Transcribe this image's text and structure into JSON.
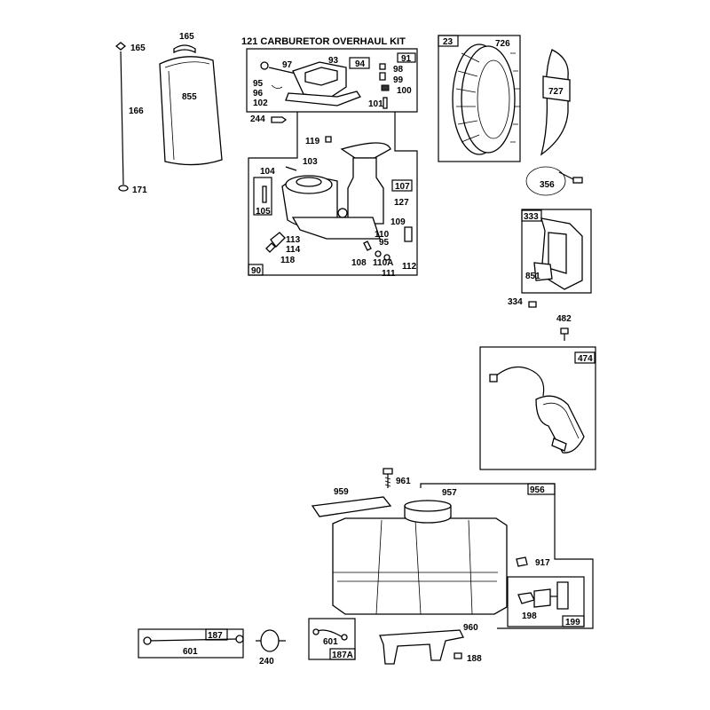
{
  "kit_title": "121 CARBURETOR OVERHAUL KIT",
  "labels": {
    "p165a": "165",
    "p165b": "165",
    "p166": "166",
    "p171": "171",
    "p855": "855",
    "p91": "91",
    "p97": "97",
    "p93": "93",
    "p94": "94",
    "p98": "98",
    "p99": "99",
    "p100": "100",
    "p95a": "95",
    "p96": "96",
    "p102": "102",
    "p101": "101",
    "p244": "244",
    "p119": "119",
    "p104": "104",
    "p103": "103",
    "p107": "107",
    "p127": "127",
    "p105": "105",
    "p109": "109",
    "p110": "110",
    "p95b": "95",
    "p113": "113",
    "p114": "114",
    "p118": "118",
    "p108": "108",
    "p110a": "110A",
    "p112": "112",
    "p111": "111",
    "p90": "90",
    "p23": "23",
    "p726": "726",
    "p727": "727",
    "p356": "356",
    "p333": "333",
    "p851": "851",
    "p334": "334",
    "p482": "482",
    "p474": "474",
    "p961": "961",
    "p959": "959",
    "p957": "957",
    "p956": "956",
    "p917": "917",
    "p198": "198",
    "p199": "199",
    "p960": "960",
    "p188": "188",
    "p187": "187",
    "p601a": "601",
    "p240": "240",
    "p601b": "601",
    "p187a": "187A"
  }
}
